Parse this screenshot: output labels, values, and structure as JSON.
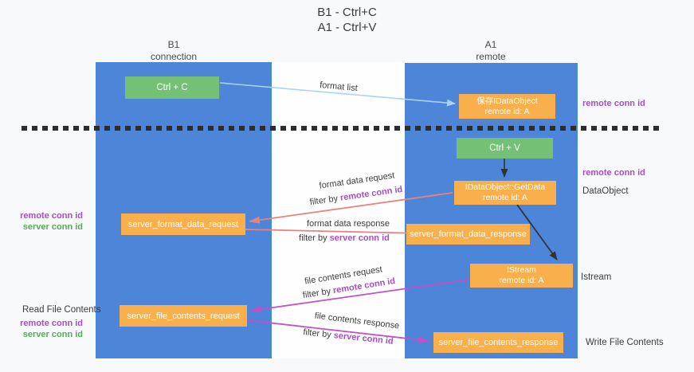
{
  "title": {
    "line1": "B1 - Ctrl+C",
    "line2": "A1 - Ctrl+V"
  },
  "columns": {
    "left": {
      "name": "B1",
      "subtitle": "connection"
    },
    "right": {
      "name": "A1",
      "subtitle": "remote"
    }
  },
  "boxes": {
    "ctrl_c": {
      "label": "Ctrl + C"
    },
    "ctrl_v": {
      "label": "Ctrl + V"
    },
    "save_dataobject": {
      "line1": "保存IDataObject",
      "line2": "remote id: A"
    },
    "getdata": {
      "line1": "IDataObject::GetData",
      "line2": "remote id: A"
    },
    "istream": {
      "line1": "IStream",
      "line2": "remote id: A"
    },
    "server_format_data_request": {
      "label": "server_format_data_request"
    },
    "server_format_data_response": {
      "label": "server_format_data_response"
    },
    "server_file_contents_request": {
      "label": "server_file_contents_request"
    },
    "server_file_contents_response": {
      "label": "server_file_contents_response"
    }
  },
  "arrow_labels": {
    "format_list": {
      "label": "format list"
    },
    "format_request": {
      "title": "format data request",
      "filter_prefix": "filter by ",
      "filter_id": "remote conn id"
    },
    "format_response": {
      "title": "format data response",
      "filter_prefix": "filter by ",
      "filter_id": "server conn id"
    },
    "file_request": {
      "title": "file contents request",
      "filter_prefix": "filter by ",
      "filter_id": "remote conn id"
    },
    "file_response": {
      "title": "file contents response",
      "filter_prefix": "filter by ",
      "filter_id": "server conn id"
    }
  },
  "side_labels": {
    "right_remote_conn_top": "remote conn id",
    "right_remote_conn_mid": "remote conn id",
    "right_dataobject": "DataObject",
    "right_istream": "Istream",
    "right_write_file": "Write File Contents",
    "left_remote_conn_top": "remote conn id",
    "left_server_conn_top": "server conn id",
    "left_read_file": "Read File Contents",
    "left_remote_conn_bottom": "remote conn id",
    "left_server_conn_bottom": "server conn id"
  },
  "colors": {
    "column_blue": "#4d86d8",
    "box_green": "#74c175",
    "box_orange": "#f9b04c",
    "arrow_salmon": "#e8827c",
    "arrow_magenta": "#c34fc9",
    "arrow_lightblue": "#a9d3f2",
    "arrow_black": "#333333",
    "text_purple": "#a64fc4",
    "text_green": "#57aa5b"
  }
}
